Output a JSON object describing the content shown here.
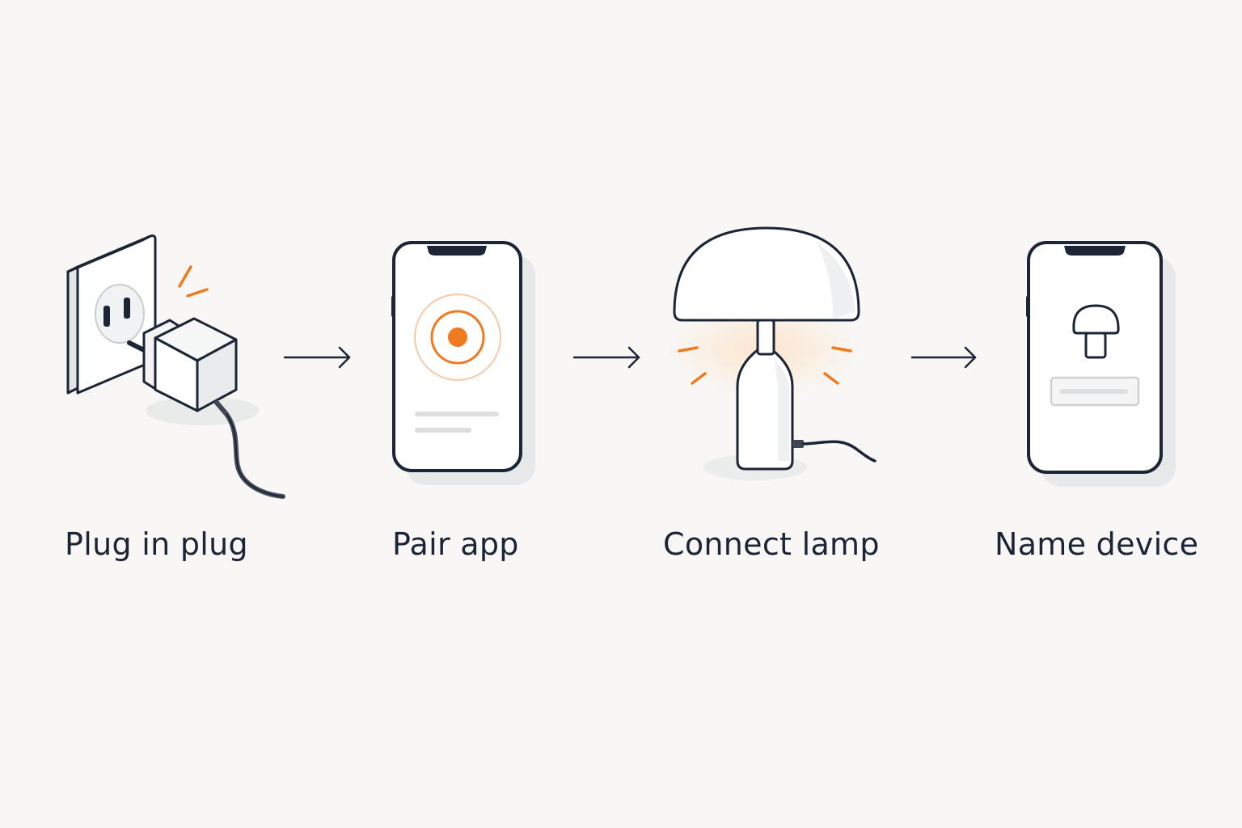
{
  "steps": [
    {
      "label": "Plug in plug",
      "icon": "smart-plug-icon"
    },
    {
      "label": "Pair app",
      "icon": "phone-pairing-icon"
    },
    {
      "label": "Connect lamp",
      "icon": "lamp-icon"
    },
    {
      "label": "Name device",
      "icon": "phone-name-device-icon"
    }
  ],
  "connectors": [
    "arrow-right-icon",
    "arrow-right-icon",
    "arrow-right-icon"
  ],
  "colors": {
    "background": "#f8f7f5",
    "outline": "#1b2535",
    "accent": "#f07a1f",
    "light_fill": "#ffffff",
    "muted": "#dcdedf"
  }
}
